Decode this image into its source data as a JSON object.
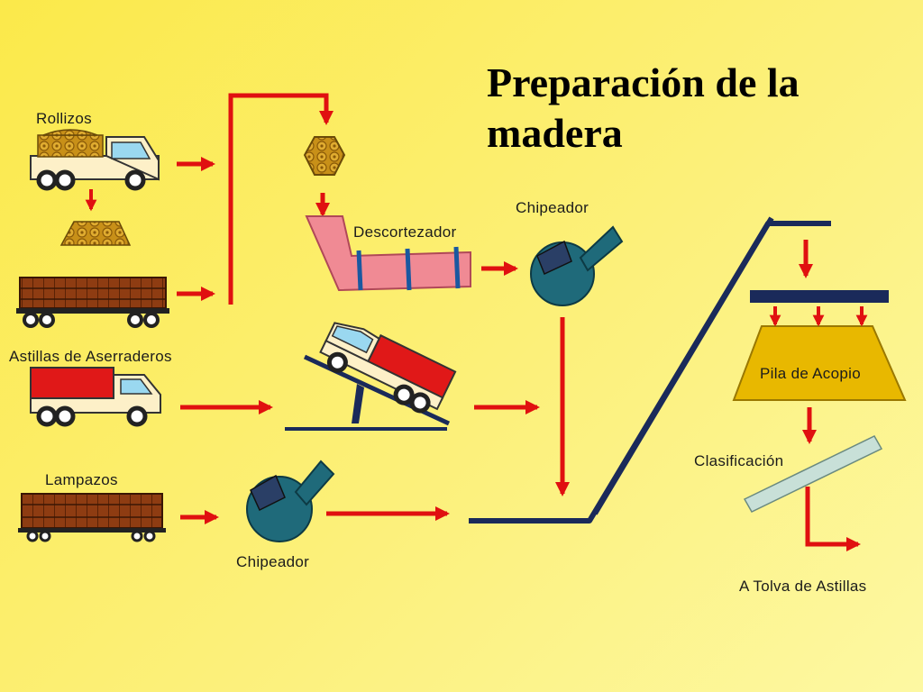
{
  "title": "Preparación de la madera",
  "labels": {
    "rollizos": "Rollizos",
    "astillas_aserraderos": "Astillas de Aserraderos",
    "lampazos": "Lampazos",
    "descortezador": "Descortezador",
    "chipeador_top": "Chipeador",
    "chipeador_bottom": "Chipeador",
    "pila_acopio": "Pila de Acopio",
    "clasificacion": "Clasificación",
    "tolva": "A Tolva de Astillas"
  },
  "colors": {
    "background": "#fbe94a",
    "arrow": "#e01010",
    "conveyor": "#1a2a5a",
    "debarker": "#f08a94",
    "chipper": "#1f6a7a",
    "pile": "#e8b800",
    "screen": "#c8e0d8",
    "log": "#c89018",
    "rail_car": "#8a3a10",
    "truck_cargo": "#e01818",
    "truck_cab": "#fdf0c8"
  }
}
